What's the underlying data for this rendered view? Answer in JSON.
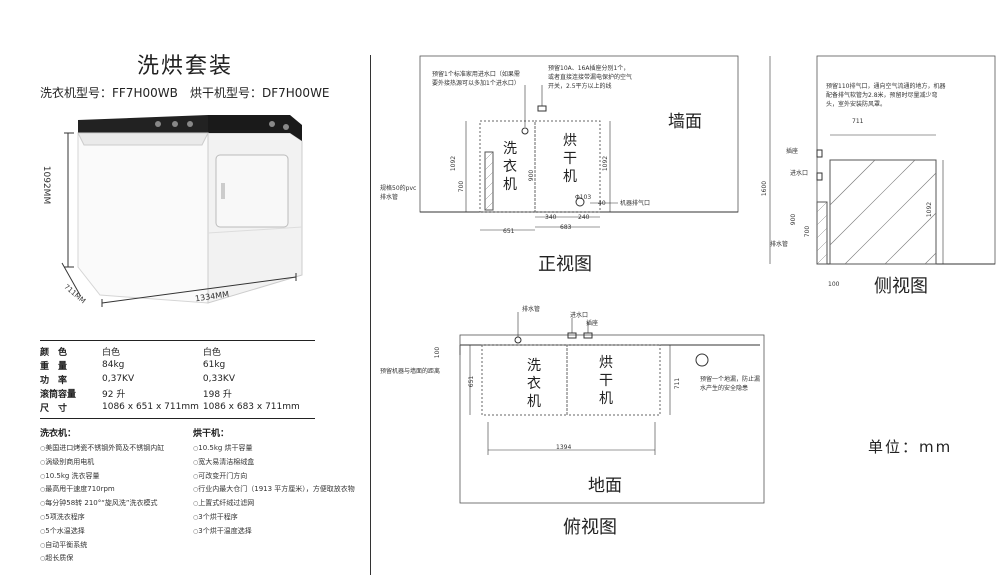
{
  "left": {
    "title": "洗烘套装",
    "washer_model": "洗衣机型号：FF7H00WB",
    "dryer_model": "烘干机型号：DF7H00WE",
    "dims": {
      "height": "1092MM",
      "depth": "711MM",
      "width": "1334MM"
    },
    "spec_rows": [
      {
        "label": "颜　色",
        "washer": "白色",
        "dryer": "白色"
      },
      {
        "label": "重　量",
        "washer": "84kg",
        "dryer": "61kg"
      },
      {
        "label": "功　率",
        "washer": "0,37KV",
        "dryer": "0,33KV"
      },
      {
        "label": "滚筒容量",
        "washer": "92 升",
        "dryer": "198 升"
      },
      {
        "label": "尺　寸",
        "washer": "1086 x 651 x 711mm",
        "dryer": "1086 x 683 x 711mm"
      }
    ],
    "washer_features_title": "洗衣机：",
    "washer_features": [
      "美国进口烤瓷不锈钢外筒及不锈钢内缸",
      "涡级别商用电机",
      "10.5kg 洗衣容量",
      "最高甩干速度710rpm",
      "每分钟58转 210°“旋风洗”洗衣模式",
      "5项洗衣程序",
      "5个水温选择",
      "自动平衡系统",
      "超长质保"
    ],
    "dryer_features_title": "烘干机：",
    "dryer_features": [
      "10.5kg 烘干容量",
      "宽大易清洁棉绒盒",
      "可改变开门方向",
      "行业内最大仓门（1913 平方厘米），方便取放衣物",
      "上置式纤绒过滤网",
      "3个烘干程序",
      "3个烘干温度选择"
    ]
  },
  "front": {
    "wall_label": "墙面",
    "caption": "正视图",
    "washer": [
      "洗",
      "衣",
      "机"
    ],
    "dryer": [
      "烘",
      "干",
      "机"
    ],
    "note1": "预留1个标准家用进水口（如果需要外接热源可以多加1个进水口）",
    "note2": "预留10A、16A插座分别1个，或者直接连接带漏电保护的空气开关，2.5平方以上的线",
    "drain_label": "规格50的pvc排水管",
    "exhaust_label": "机器排气口",
    "dims": {
      "h1092a": "1092",
      "h700": "700",
      "h900": "900",
      "h1092b": "1092",
      "h40": "40",
      "w340": "340",
      "w240": "240",
      "w683": "683",
      "w651": "651",
      "d103": "Φ103"
    }
  },
  "side": {
    "caption": "侧视图",
    "note": "预留110排气口，通向空气流通的地方，机器配备排气软管为2.8米，预留时尽量减少弯头，室外安装防风罩。",
    "outlet": "插座",
    "inlet": "进水口",
    "drain": "排水管",
    "dims": {
      "w711": "711",
      "h1600": "1600",
      "h900": "900",
      "h700": "700",
      "h1092": "1092",
      "w100": "100"
    }
  },
  "top": {
    "caption": "俯视图",
    "floor_label": "地面",
    "drain": "排水管",
    "inlet": "进水口",
    "outlet": "插座",
    "gap_note": "预留机器与墙面的距离",
    "floor_drain_note": "预留一个地漏，防止漏水产生的安全隐患",
    "washer": [
      "洗",
      "衣",
      "机"
    ],
    "dryer": [
      "烘",
      "干",
      "机"
    ],
    "dims": {
      "w100": "100",
      "d651": "651",
      "d711": "711",
      "w1394": "1394"
    }
  },
  "unit": "单位：mm"
}
